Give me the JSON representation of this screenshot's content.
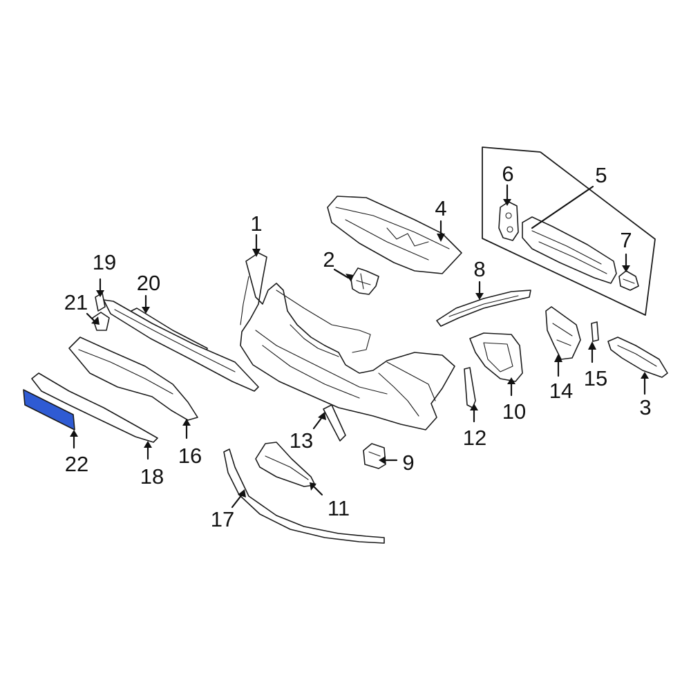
{
  "diagram": {
    "highlight_color": "#2f5bd3",
    "line_color": "#1a1a1a",
    "highlighted_part": "22",
    "callouts": [
      {
        "id": "1",
        "label": "1"
      },
      {
        "id": "2",
        "label": "2"
      },
      {
        "id": "3",
        "label": "3"
      },
      {
        "id": "4",
        "label": "4"
      },
      {
        "id": "5",
        "label": "5"
      },
      {
        "id": "6",
        "label": "6"
      },
      {
        "id": "7",
        "label": "7"
      },
      {
        "id": "8",
        "label": "8"
      },
      {
        "id": "9",
        "label": "9"
      },
      {
        "id": "10",
        "label": "10"
      },
      {
        "id": "11",
        "label": "11"
      },
      {
        "id": "12",
        "label": "12"
      },
      {
        "id": "13",
        "label": "13"
      },
      {
        "id": "14",
        "label": "14"
      },
      {
        "id": "15",
        "label": "15"
      },
      {
        "id": "16",
        "label": "16"
      },
      {
        "id": "17",
        "label": "17"
      },
      {
        "id": "18",
        "label": "18"
      },
      {
        "id": "19",
        "label": "19"
      },
      {
        "id": "20",
        "label": "20"
      },
      {
        "id": "21",
        "label": "21"
      },
      {
        "id": "22",
        "label": "22"
      }
    ]
  }
}
